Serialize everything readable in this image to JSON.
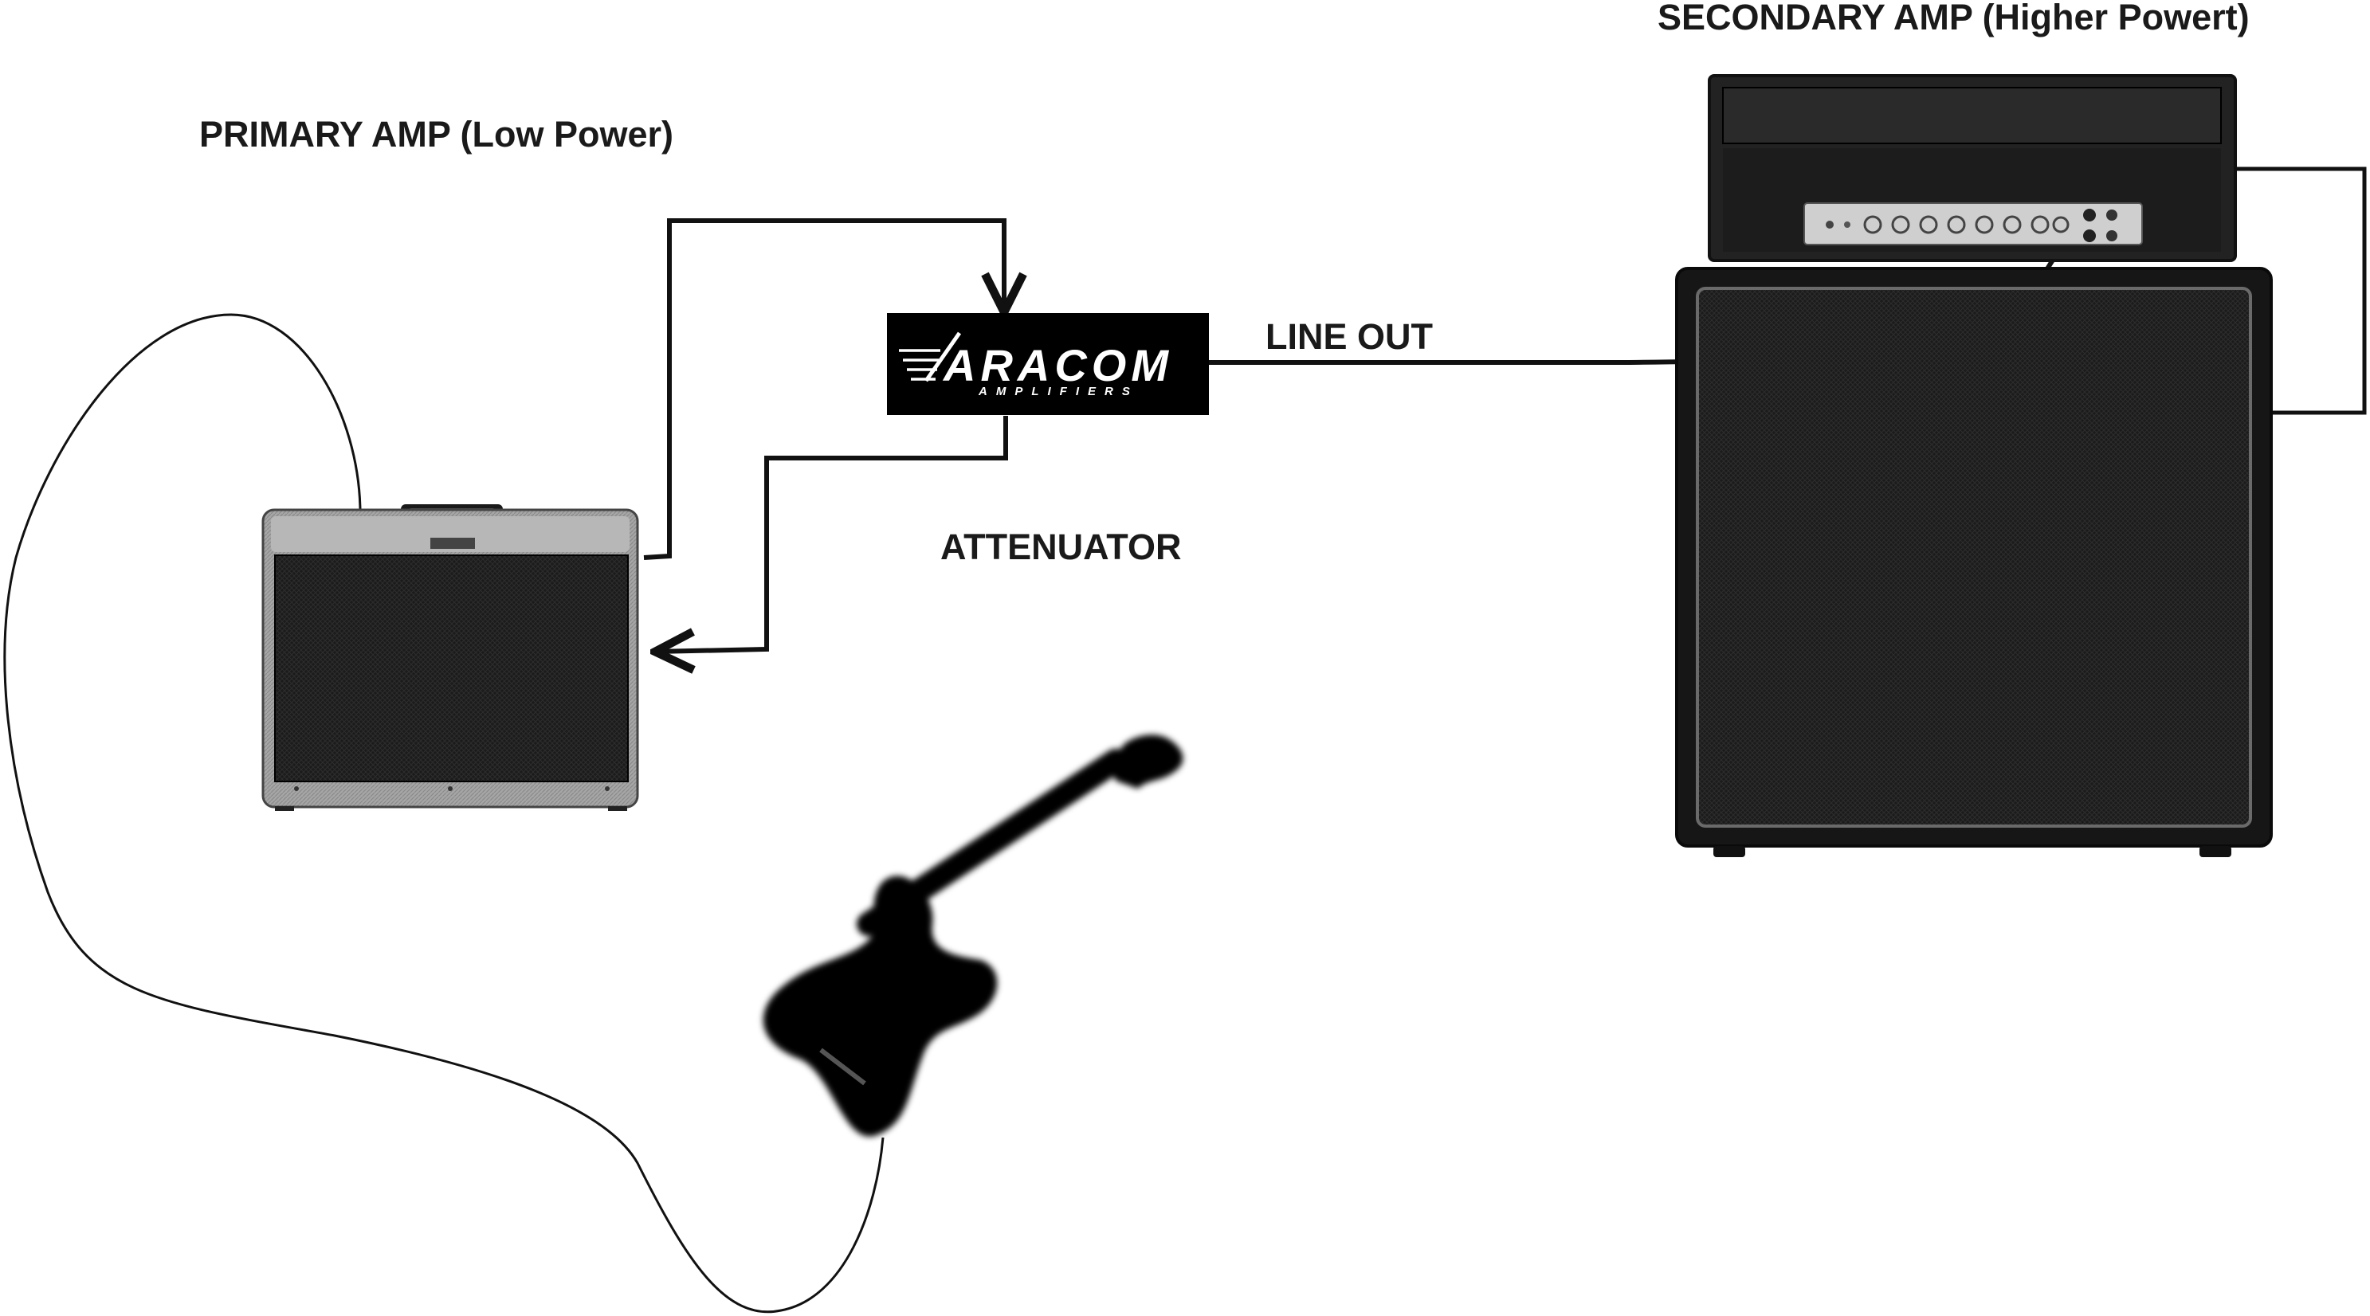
{
  "labels": {
    "primary_amp": "PRIMARY AMP (Low Power)",
    "secondary_amp": "SECONDARY AMP (Higher Powert)",
    "line_out": "LINE OUT",
    "attenuator": "ATTENUATOR"
  },
  "logo": {
    "brand": "ARACOM",
    "subtitle": "AMPLIFIERS"
  },
  "colors": {
    "background": "#ffffff",
    "cable": "#111111",
    "amp_tolex": "#9a9a9a",
    "grille": "#1e1e1e",
    "cabinet": "#161616",
    "guitar": "#000000"
  },
  "icons": [
    "guitar-icon",
    "combo-amp-icon",
    "amp-head-icon",
    "speaker-cabinet-icon",
    "attenuator-logo"
  ]
}
